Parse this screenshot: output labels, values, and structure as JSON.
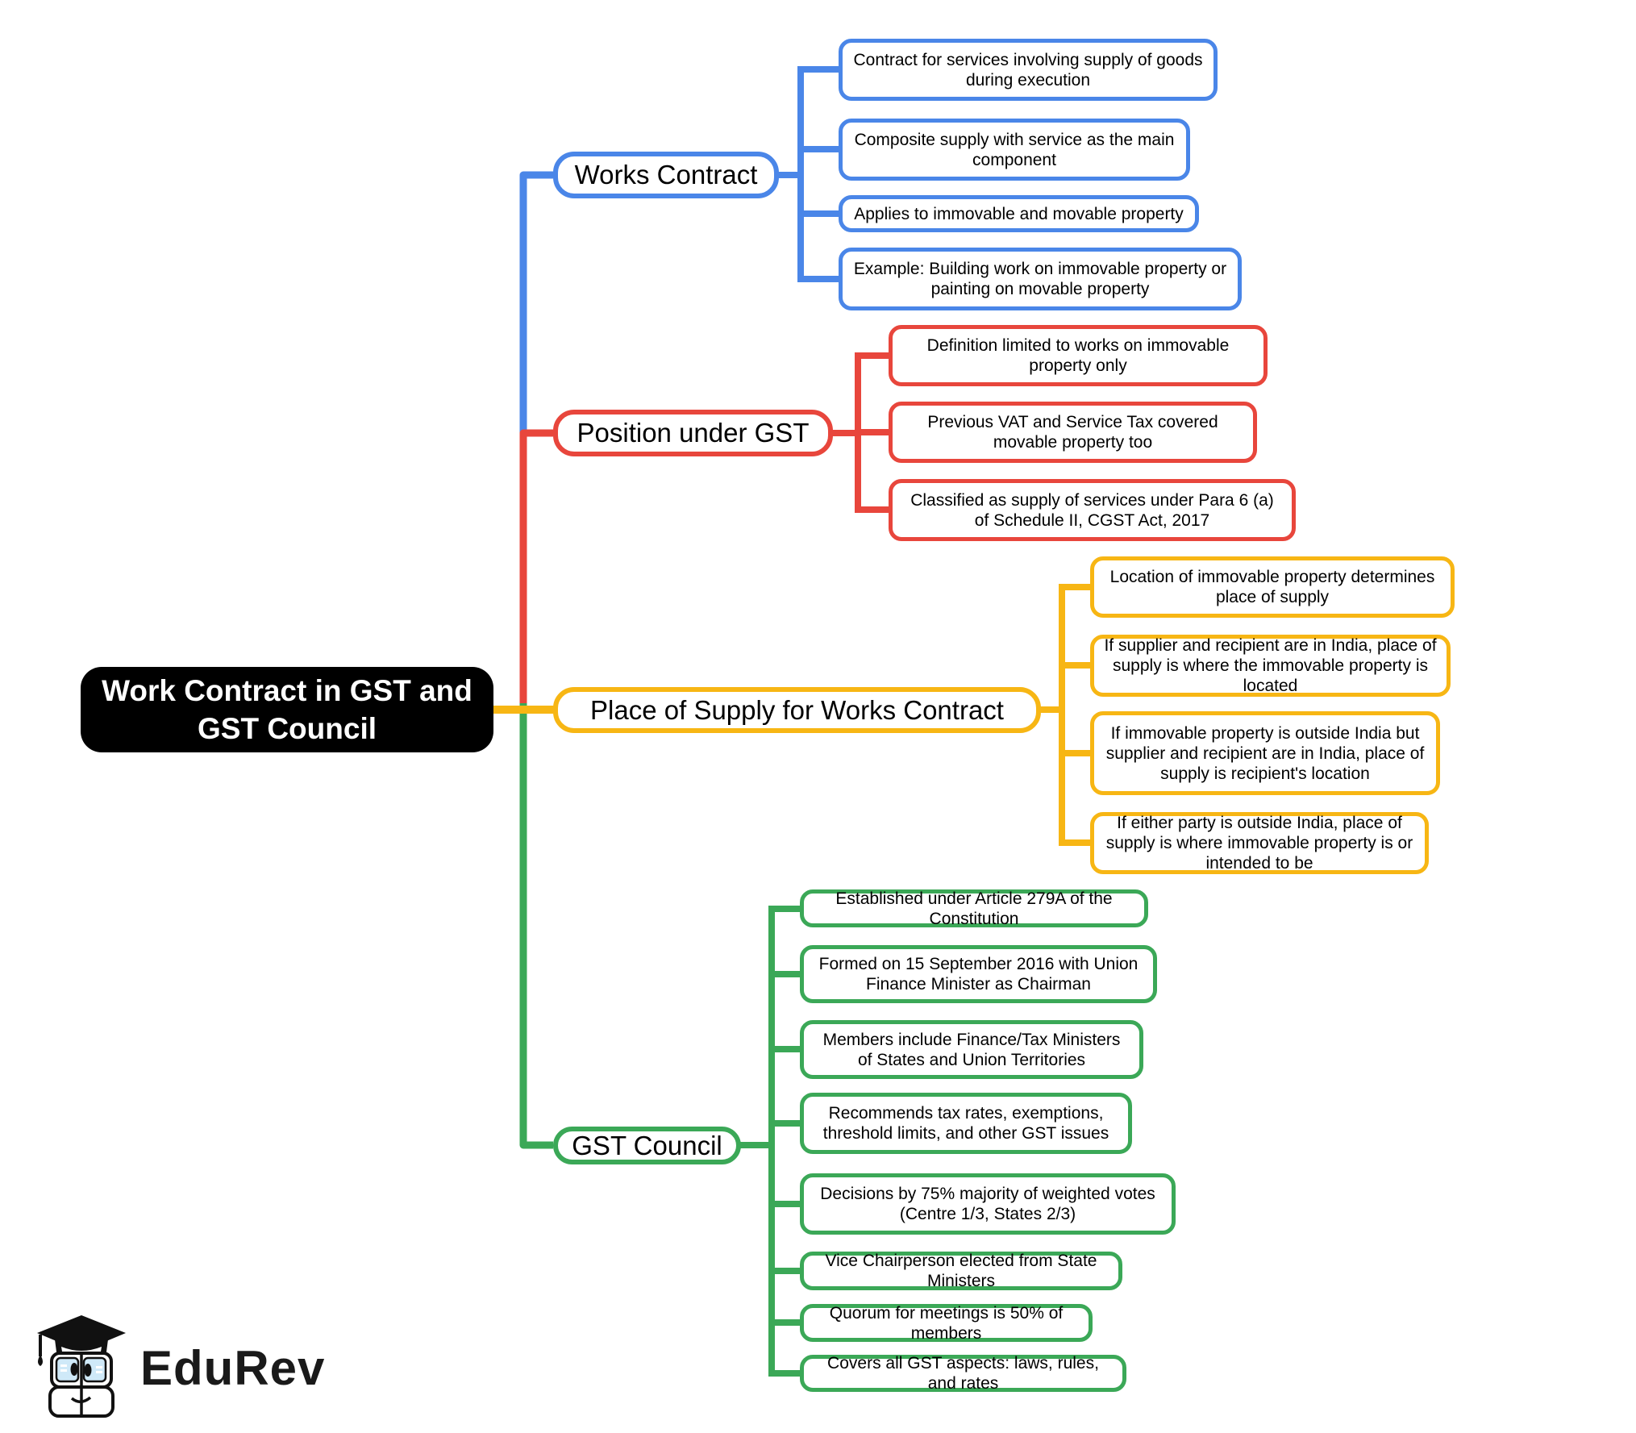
{
  "page": {
    "title": "Work Contract in GST and GST Council"
  },
  "root": {
    "label": "Work Contract in GST and GST Council"
  },
  "branches": [
    {
      "label": "Works Contract",
      "color": "#4A86E8",
      "leaves": [
        "Contract for services involving supply of goods during execution",
        "Composite supply with service as the main component",
        "Applies to immovable and movable property",
        "Example: Building work on immovable property or painting on movable property"
      ]
    },
    {
      "label": "Position under GST",
      "color": "#E8463C",
      "leaves": [
        "Definition limited to works on immovable property only",
        "Previous VAT and Service Tax covered movable property too",
        "Classified as supply of services under Para 6 (a) of Schedule II, CGST Act, 2017"
      ]
    },
    {
      "label": "Place of Supply for Works Contract",
      "color": "#F7B614",
      "leaves": [
        "Location of immovable property determines place of supply",
        "If supplier and recipient are in India, place of supply is where the immovable property is located",
        "If immovable property is outside India but supplier and recipient are in India, place of supply is recipient's location",
        "If either party is outside India, place of supply is where immovable property is or intended to be"
      ]
    },
    {
      "label": "GST Council",
      "color": "#3BA857",
      "leaves": [
        "Established under Article 279A of the Constitution",
        "Formed on 15 September 2016 with Union Finance Minister as Chairman",
        "Members include Finance/Tax Ministers of States and Union Territories",
        "Recommends tax rates, exemptions, threshold limits, and other GST issues",
        "Decisions by 75% majority of weighted votes (Centre 1/3, States 2/3)",
        "Vice Chairperson elected from State Ministers",
        "Quorum for meetings is 50% of members",
        "Covers all GST aspects: laws, rules, and rates"
      ]
    }
  ],
  "logo": {
    "text": "EduRev"
  },
  "colors": {
    "root_bg": "#000000",
    "root_text": "#ffffff",
    "canvas_bg": "#ffffff",
    "works_contract": "#4A86E8",
    "position_under_gst": "#E8463C",
    "place_of_supply": "#F7B614",
    "gst_council": "#3BA857"
  }
}
